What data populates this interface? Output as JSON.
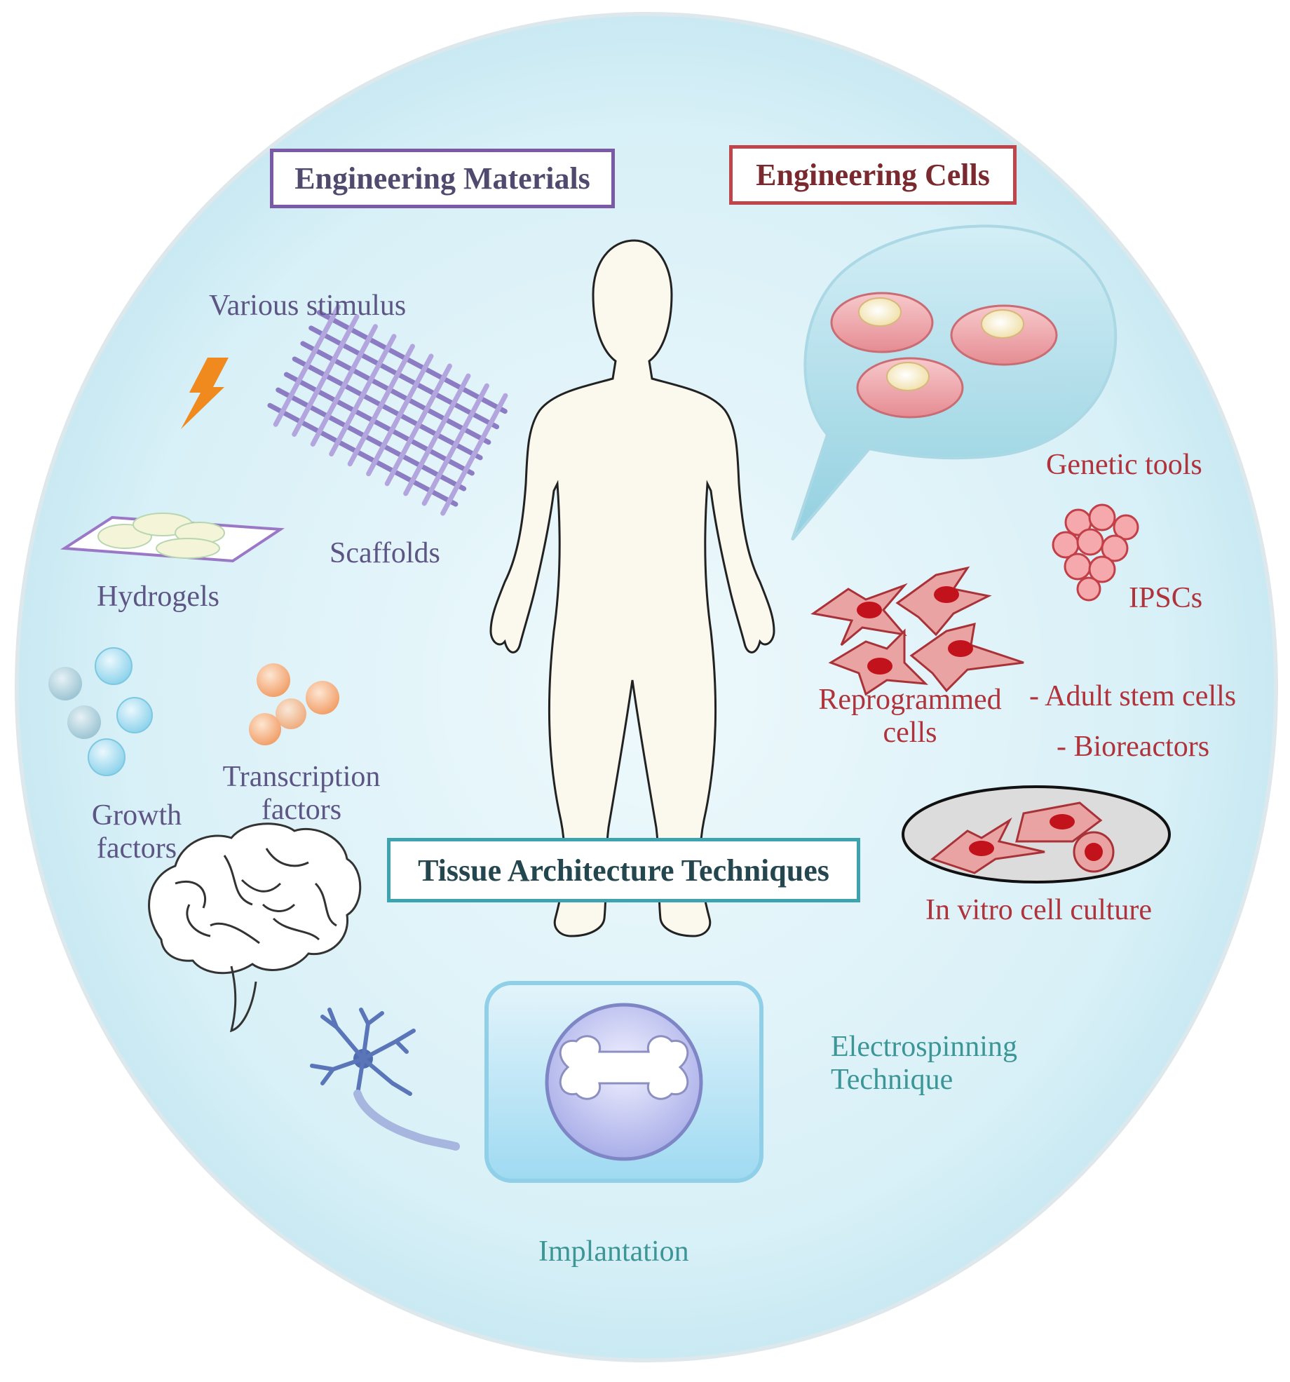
{
  "colors": {
    "materials": "#7a5aa6",
    "cells": "#c0454a",
    "tissue": "#3ea3b0",
    "background": "#dcf2f8"
  },
  "headers": {
    "materials": "Engineering Materials",
    "cells": "Engineering Cells",
    "tissue": "Tissue Architecture Techniques"
  },
  "materials": {
    "stimulus": "Various stimulus",
    "scaffolds": "Scaffolds",
    "hydrogels": "Hydrogels",
    "growth_1": "Growth",
    "growth_2": "factors",
    "transcription_1": "Transcription",
    "transcription_2": "factors"
  },
  "cells": {
    "genetic": "Genetic tools",
    "ipscs": "IPSCs",
    "reprogrammed_1": "Reprogrammed",
    "reprogrammed_2": "cells",
    "adult": "- Adult stem cells",
    "bioreactors": "- Bioreactors",
    "invitro": "In vitro cell culture"
  },
  "tissue": {
    "electro_1": "Electrospinning",
    "electro_2": "Technique",
    "implantation": "Implantation"
  },
  "icons": [
    "lightning-icon",
    "scaffold-grid-icon",
    "hydrogel-dish-icon",
    "growth-factor-spheres-icon",
    "transcription-factor-spheres-icon",
    "cell-bubble-icon",
    "ipsc-cluster-icon",
    "reprogrammed-cells-icon",
    "petri-dish-icon",
    "brain-icon",
    "neuron-icon",
    "bone-icon",
    "human-silhouette-icon"
  ]
}
